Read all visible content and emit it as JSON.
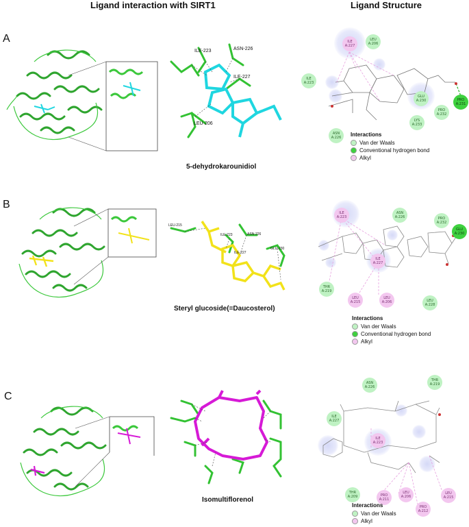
{
  "headers": {
    "left": "Ligand interaction with SIRT1",
    "right": "Ligand Structure"
  },
  "panels": [
    {
      "label": "A",
      "compound": "5-dehydrokarounidiol",
      "ligand_color": "#1fd6e0",
      "residue_labels_3d": [
        "ILE-223",
        "ASN-226",
        "ILE-227",
        "LEU-206"
      ],
      "residues_2d": [
        {
          "name": "ILE",
          "num": "A:227",
          "type": "alkyl"
        },
        {
          "name": "LEU",
          "num": "A:206",
          "type": "vdw"
        },
        {
          "name": "ILE",
          "num": "A:223",
          "type": "vdw"
        },
        {
          "name": "GLU",
          "num": "A:230",
          "type": "vdw"
        },
        {
          "name": "PRO",
          "num": "A:232",
          "type": "vdw"
        },
        {
          "name": "PRO",
          "num": "A:231",
          "type": "hbond"
        },
        {
          "name": "LYS",
          "num": "A:233",
          "type": "vdw"
        },
        {
          "name": "ASN",
          "num": "A:226",
          "type": "vdw"
        }
      ],
      "legend_title": "Interactions",
      "legend": [
        "Van der Waals",
        "Conventional hydrogen bond",
        "Alkyl"
      ]
    },
    {
      "label": "B",
      "compound": "Steryl glucoside(=Daucosterol)",
      "ligand_color": "#f2e21a",
      "residue_labels_3d": [
        "LEU-215",
        "ILE-223",
        "ASN-226",
        "ILE-227",
        "GLU-230"
      ],
      "residues_2d": [
        {
          "name": "ILE",
          "num": "A:223",
          "type": "alkyl"
        },
        {
          "name": "ASN",
          "num": "A:226",
          "type": "vdw"
        },
        {
          "name": "PRO",
          "num": "A:232",
          "type": "vdw"
        },
        {
          "name": "GLU",
          "num": "A:230",
          "type": "hbond"
        },
        {
          "name": "ILE",
          "num": "A:227",
          "type": "alkyl"
        },
        {
          "name": "THR",
          "num": "A:219",
          "type": "vdw"
        },
        {
          "name": "LEU",
          "num": "A:215",
          "type": "alkyl"
        },
        {
          "name": "LEU",
          "num": "A:206",
          "type": "alkyl"
        },
        {
          "name": "LEU",
          "num": "A:228",
          "type": "vdw"
        }
      ],
      "legend_title": "Interactions",
      "legend": [
        "Van der Waals",
        "Conventional hydrogen bond",
        "Alkyl"
      ]
    },
    {
      "label": "C",
      "compound": "Isomultiflorenol",
      "ligand_color": "#d61ad6",
      "residues_2d": [
        {
          "name": "ASN",
          "num": "A:226",
          "type": "vdw"
        },
        {
          "name": "THR",
          "num": "A:219",
          "type": "vdw"
        },
        {
          "name": "ILE",
          "num": "A:227",
          "type": "vdw"
        },
        {
          "name": "ILE",
          "num": "A:223",
          "type": "alkyl"
        },
        {
          "name": "THR",
          "num": "A:209",
          "type": "vdw"
        },
        {
          "name": "PRO",
          "num": "A:211",
          "type": "alkyl"
        },
        {
          "name": "LEU",
          "num": "A:206",
          "type": "alkyl"
        },
        {
          "name": "PRO",
          "num": "A:212",
          "type": "alkyl"
        },
        {
          "name": "LEU",
          "num": "A:215",
          "type": "alkyl"
        }
      ],
      "legend_title": "Interactions",
      "legend": [
        "Van der Waals",
        "Alkyl"
      ]
    }
  ],
  "colors": {
    "protein": "#3cc83c",
    "vdw": "#bff2c3",
    "hbond": "#3fd13f",
    "alkyl": "#f3c7ef"
  }
}
